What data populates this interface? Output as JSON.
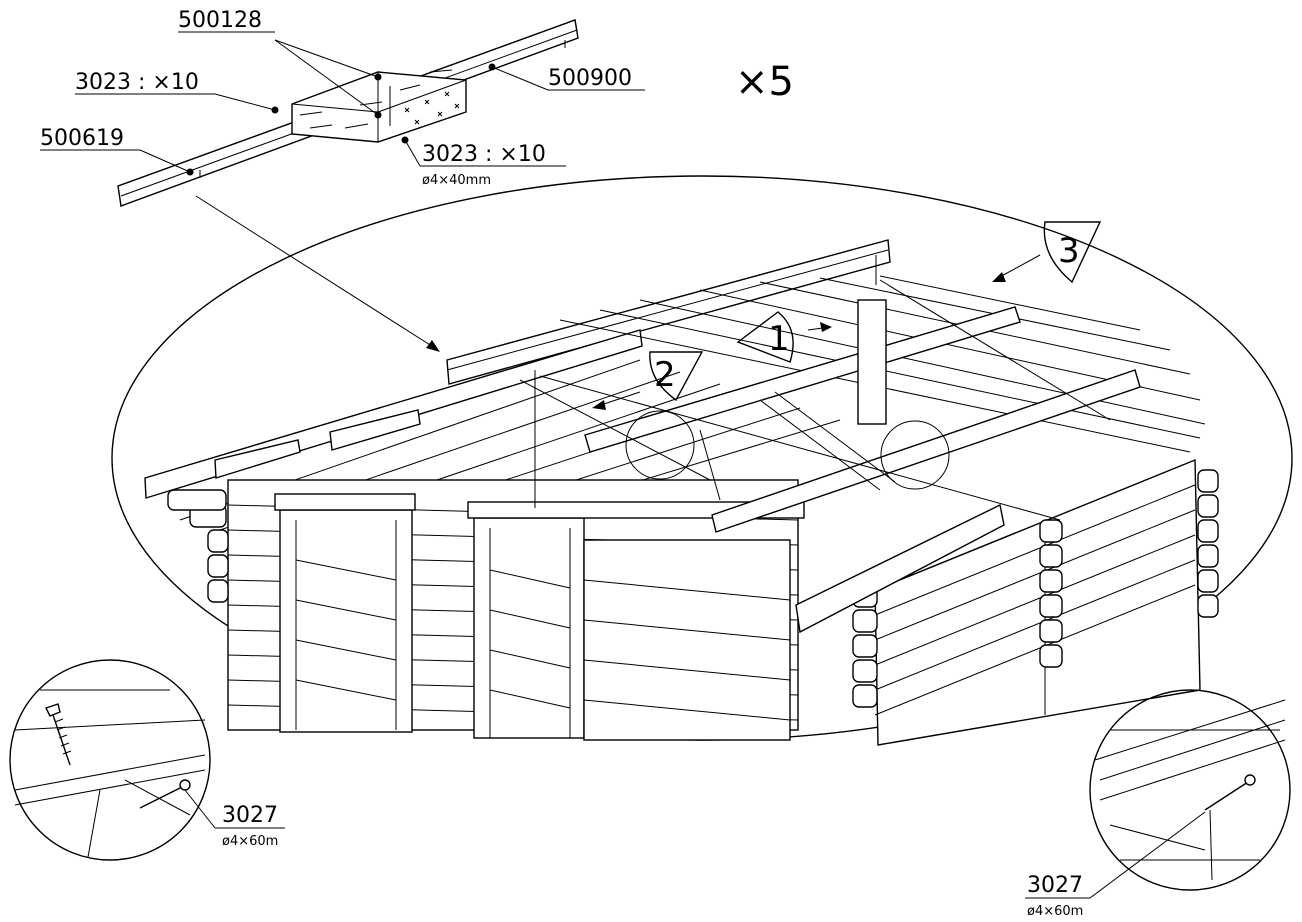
{
  "callouts": {
    "part_500128": "500128",
    "part_500900": "500900",
    "part_500619": "500619",
    "screw_top_left": "3023 : ×10",
    "screw_top_right": "3023 : ×10",
    "screw_top_right_size": "ø4×40mm",
    "repeat_multiplier": "×5",
    "detail_left_screw": "3027",
    "detail_left_size": "ø4×60m",
    "detail_right_screw": "3027",
    "detail_right_size": "ø4×60m"
  },
  "steps": [
    "1",
    "2",
    "3"
  ]
}
